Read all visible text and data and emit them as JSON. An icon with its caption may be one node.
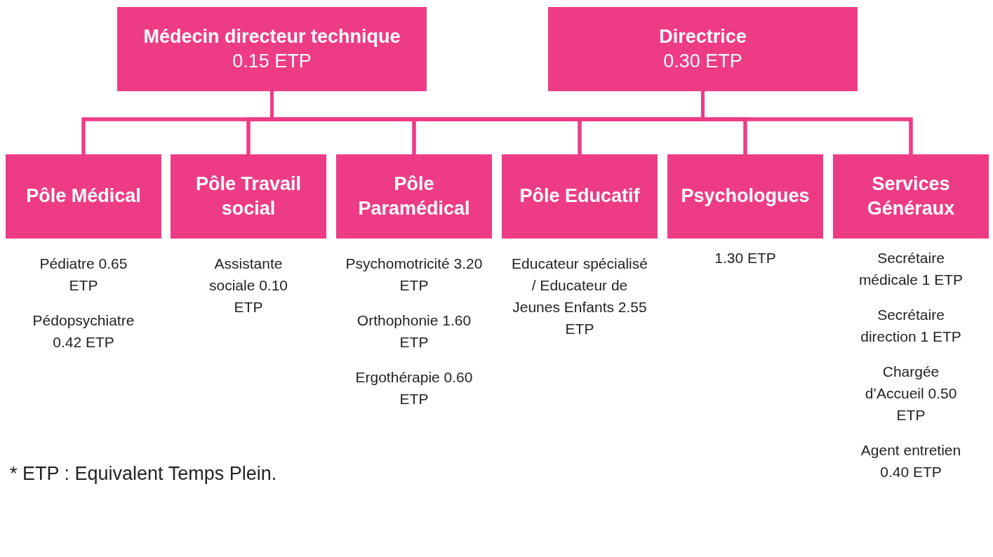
{
  "diagram": {
    "nodes": [
      {
        "text": [
          "Médecin directeur technique",
          "0.15 ETP"
        ]
      },
      {
        "text": [
          "Directrice",
          "0.30 ETP"
        ]
      },
      {
        "text": [
          "Pôle Médical"
        ],
        "beside": [
          "Pédiatre 0.65 ETP",
          "Pédopsychiatre 0.42 ETP"
        ]
      },
      {
        "text": [
          "Pôle Travail social"
        ],
        "beside": [
          "Assistante sociale 0.10 ETP"
        ]
      },
      {
        "text": [
          "Pôle Paramédical"
        ],
        "beside": [
          "Psychomotricité 3.20 ETP",
          "Orthophonie 1.60 ETP",
          "Ergothérapie 0.60 ETP"
        ]
      },
      {
        "text": [
          "Pôle Educatif"
        ],
        "beside": [
          "Educateur spécialisé / Educateur de Jeunes Enfants 2.55 ETP"
        ]
      },
      {
        "text": [
          "Psychologues"
        ],
        "beside": [
          "1.30 ETP"
        ]
      },
      {
        "text": [
          "Services Généraux"
        ],
        "beside": [
          "Secrétaire médicale 1 ETP",
          "Secrétaire direction 1 ETP",
          "Chargée d’Accueil 0.50 ETP",
          "Agent entretien 0.40 ETP"
        ]
      }
    ],
    "edges": [
      {
        "from": 0,
        "to": 2,
        "arrow": "none"
      },
      {
        "from": 0,
        "to": 3,
        "arrow": "none"
      },
      {
        "from": 0,
        "to": 4,
        "arrow": "none"
      },
      {
        "from": 0,
        "to": 5,
        "arrow": "none"
      },
      {
        "from": 0,
        "to": 6,
        "arrow": "none"
      },
      {
        "from": 0,
        "to": 7,
        "arrow": "none"
      },
      {
        "from": 1,
        "to": 2,
        "arrow": "none"
      },
      {
        "from": 1,
        "to": 3,
        "arrow": "none"
      },
      {
        "from": 1,
        "to": 4,
        "arrow": "none"
      },
      {
        "from": 1,
        "to": 5,
        "arrow": "none"
      },
      {
        "from": 1,
        "to": 6,
        "arrow": "none"
      },
      {
        "from": 1,
        "to": 7,
        "arrow": "none"
      }
    ],
    "labels": [
      "* ETP : Equivalent Temps Plein."
    ]
  }
}
